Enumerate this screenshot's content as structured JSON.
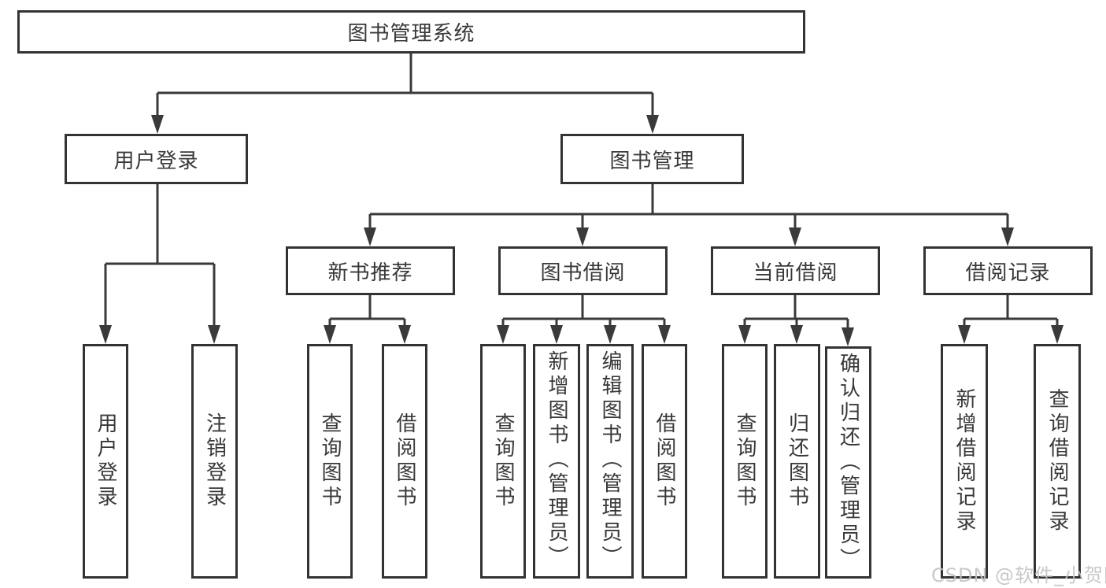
{
  "tree": {
    "root": {
      "label": "图书管理系统",
      "children": [
        {
          "label": "用户登录",
          "children": [
            {
              "label": "用户登录"
            },
            {
              "label": "注销登录"
            }
          ]
        },
        {
          "label": "图书管理",
          "children": [
            {
              "label": "新书推荐",
              "children": [
                {
                  "label": "查询图书"
                },
                {
                  "label": "借阅图书"
                }
              ]
            },
            {
              "label": "图书借阅",
              "children": [
                {
                  "label": "查询图书"
                },
                {
                  "label": "新增图书（管理员）"
                },
                {
                  "label": "编辑图书（管理员）"
                },
                {
                  "label": "借阅图书"
                }
              ]
            },
            {
              "label": "当前借阅",
              "children": [
                {
                  "label": "查询图书"
                },
                {
                  "label": "归还图书"
                },
                {
                  "label": "确认归还（管理员）"
                }
              ]
            },
            {
              "label": "借阅记录",
              "children": [
                {
                  "label": "新增借阅记录"
                },
                {
                  "label": "查询借阅记录"
                }
              ]
            }
          ]
        }
      ]
    }
  },
  "watermark": "CSDN @软件_小贺同学",
  "colors": {
    "line": "#3a3a3a",
    "border": "#333333",
    "text": "#383838",
    "background": "#ffffff",
    "watermark_color": "#c3c3c3"
  }
}
